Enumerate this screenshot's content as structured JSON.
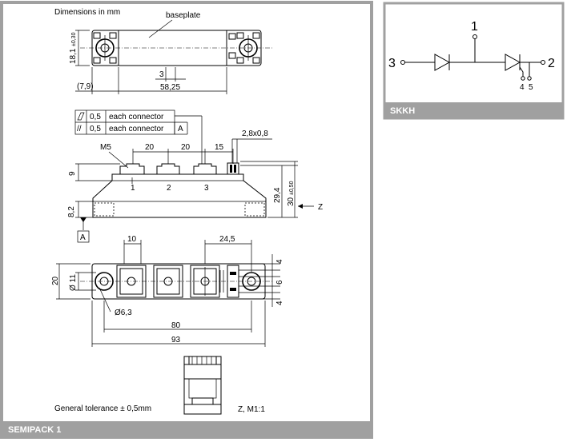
{
  "left_panel": {
    "caption": "SEMIPACK 1",
    "dimensions_note": "Dimensions in mm",
    "baseplate_label": "baseplate",
    "dim_18_1": "18,1",
    "dim_18_1_tol": "±0,30",
    "dim_7_9": "(7,9)",
    "dim_3_top": "3",
    "dim_58_25": "58,25",
    "tol_flat_value": "0,5",
    "tol_flat_text": "each connector",
    "tol_par_sym": "//",
    "tol_par_value": "0,5",
    "tol_par_text": "each connector",
    "tol_par_ref": "A",
    "dim_2_8x0_8": "2,8x0,8",
    "label_m5": "M5",
    "dim_20_a": "20",
    "dim_20_b": "20",
    "dim_15": "15",
    "dim_9": "9",
    "term_1": "1",
    "term_2": "2",
    "term_3": "3",
    "dim_29_4": "29,4",
    "dim_30": "30",
    "dim_30_tol": "±0,50",
    "label_z": "Z",
    "dim_8_2": "8,2",
    "datum_a": "A",
    "dim_10": "10",
    "dim_24_5": "24,5",
    "dim_20_side": "20",
    "dim_d11": "Ø 11",
    "dim_4_top": "4",
    "dim_6": "6",
    "dim_4_bot": "4",
    "dim_d6_3": "Ø6,3",
    "dim_80": "80",
    "dim_93": "93",
    "tolerance_note": "General tolerance ± 0,5mm",
    "scale_note": "Z, M1:1"
  },
  "right_panel": {
    "caption": "SKKH",
    "pin_1": "1",
    "pin_2": "2",
    "pin_3": "3",
    "pin_4": "4",
    "pin_5": "5"
  },
  "colors": {
    "frame": "#a0a0a0",
    "caption_bg": "#a0a0a0",
    "caption_text": "#ffffff",
    "line": "#000000"
  }
}
